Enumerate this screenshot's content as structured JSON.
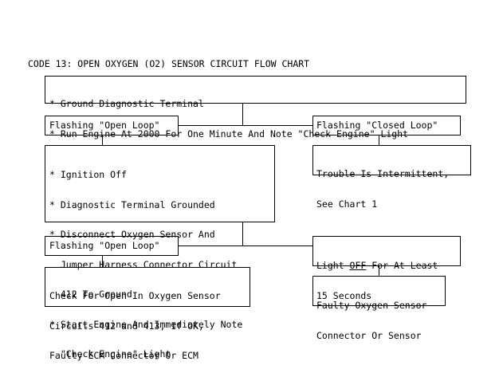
{
  "title": "CODE 13: OPEN OXYGEN (O2) SENSOR CIRCUIT FLOW CHART",
  "boxes": {
    "start": {
      "lines": [
        "* Ground Diagnostic Terminal",
        "* Run Engine At 2000 For One Minute And Note \"Check Engine\" Light"
      ]
    },
    "flash_open_1": {
      "lines": [
        "Flashing \"Open Loop\""
      ]
    },
    "flash_closed": {
      "lines": [
        "Flashing \"Closed Loop\""
      ]
    },
    "intermittent": {
      "lines": [
        "Trouble Is Intermittent,",
        "See Chart 1"
      ]
    },
    "procedure": {
      "lines": [
        "* Ignition Off",
        "* Diagnostic Terminal Grounded",
        "* Disconnect Oxygen Sensor And",
        "  Jumper Harness Connector Circuit",
        "  412 To Ground",
        "* Start Engine And Immediately Note",
        "  \"Check Engine\" Light"
      ]
    },
    "flash_open_2": {
      "lines": [
        "Flashing \"Open Loop\""
      ]
    },
    "light_off": {
      "prefix": "Light ",
      "emph": "OFF",
      "suffix": " For At Least",
      "line2": "15 Seconds"
    },
    "check_open": {
      "lines": [
        "Check For Open In Oxygen Sensor",
        "Circuits 412 and 413, If OK,",
        "Faulty ECM Connector Or ECM"
      ]
    },
    "faulty_sensor": {
      "lines": [
        "Faulty Oxygen Sensor",
        "Connector Or Sensor"
      ]
    }
  }
}
